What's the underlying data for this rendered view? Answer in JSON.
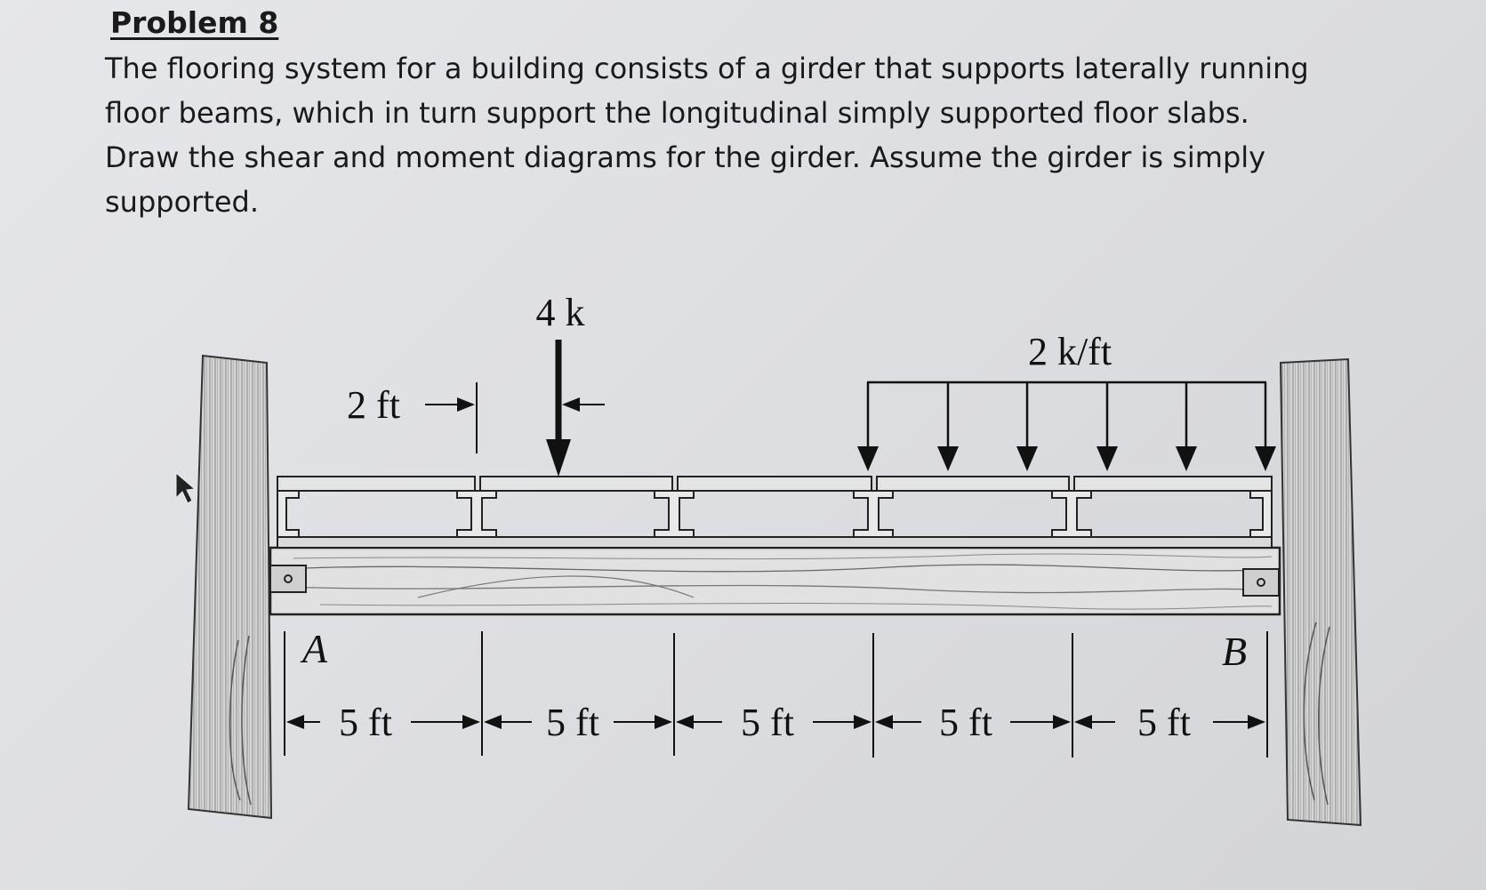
{
  "problem": {
    "title": "Problem 8",
    "lines": [
      "The flooring system for a building consists of a girder that supports laterally running",
      "floor beams, which in turn support the longitudinal simply supported floor slabs.",
      "Draw the shear and moment diagrams for the girder. Assume the girder is simply",
      "supported."
    ]
  },
  "diagram": {
    "point_load_label": "4 k",
    "point_load_offset_label": "2 ft",
    "distributed_load_label": "2 k/ft",
    "support_left_label": "A",
    "support_right_label": "B",
    "span_labels": [
      "5 ft",
      "5 ft",
      "5 ft",
      "5 ft",
      "5 ft"
    ]
  }
}
